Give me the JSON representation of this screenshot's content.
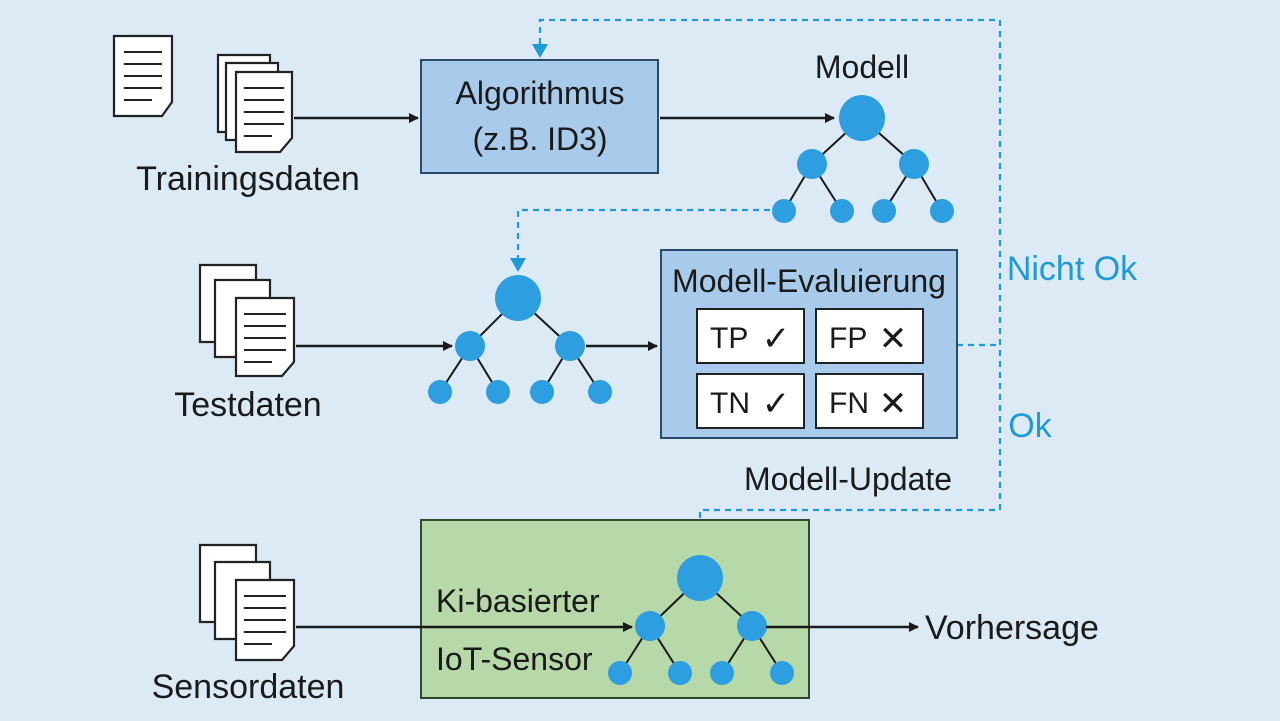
{
  "labels": {
    "training_data": "Trainingsdaten",
    "test_data": "Testdaten",
    "sensor_data": "Sensordaten",
    "algorithm_line1": "Algorithmus",
    "algorithm_line2": "(z.B. ID3)",
    "model": "Modell",
    "evaluation_title": "Modell-Evaluierung",
    "model_update": "Modell-Update",
    "not_ok": "Nicht Ok",
    "ok": "Ok",
    "sensor_line1": "Ki-basierter",
    "sensor_line2": "IoT-Sensor",
    "prediction": "Vorhersage"
  },
  "confusion_matrix": [
    {
      "code": "TP",
      "mark": "✓"
    },
    {
      "code": "FP",
      "mark": "✕"
    },
    {
      "code": "TN",
      "mark": "✓"
    },
    {
      "code": "FN",
      "mark": "✕"
    }
  ],
  "colors": {
    "background": "#dceaf6",
    "algorithm_box": "#a9cbeb",
    "evaluation_box": "#a9cbeb",
    "sensor_box": "#b7d8a9",
    "node": "#2d9ee0",
    "dashed_line": "#1e9ad6"
  }
}
